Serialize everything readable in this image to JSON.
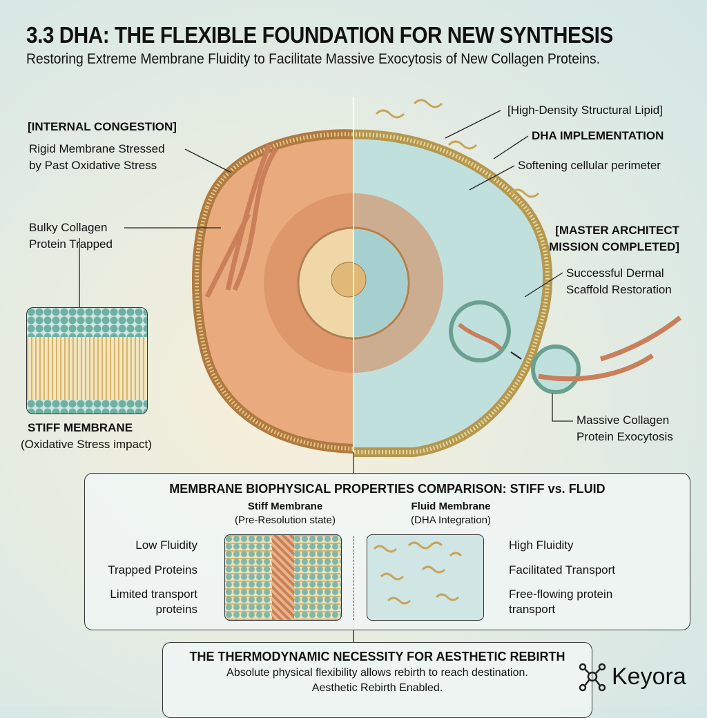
{
  "header": {
    "title": "3.3 DHA: THE FLEXIBLE FOUNDATION FOR NEW SYNTHESIS",
    "subtitle": "Restoring Extreme Membrane Fluidity to Facilitate Massive Exocytosis of New Collagen Proteins."
  },
  "left": {
    "section": "[INTERNAL CONGESTION]",
    "rigid_1": "Rigid Membrane Stressed",
    "rigid_2": "by Past Oxidative Stress",
    "bulky_1": "Bulky Collagen",
    "bulky_2": "Protein Trapped",
    "inset_title": "STIFF MEMBRANE",
    "inset_sub": "(Oxidative Stress impact)"
  },
  "right": {
    "lipid": "[High-Density Structural Lipid]",
    "dha": "DHA IMPLEMENTATION",
    "soft": "Softening cellular perimeter",
    "master_1": "[MASTER ARCHITECT",
    "master_2": "MISSION COMPLETED]",
    "success_1": "Successful Dermal",
    "success_2": "Scaffold Restoration",
    "exo_1": "Massive Collagen",
    "exo_2": "Protein Exocytosis"
  },
  "comparison": {
    "title": "MEMBRANE BIOPHYSICAL PROPERTIES COMPARISON: STIFF vs. FLUID",
    "stiff": {
      "title": "Stiff Membrane",
      "sub": "(Pre-Resolution state)",
      "labels": [
        "Low Fluidity",
        "Trapped Proteins",
        "Limited transport",
        "proteins"
      ]
    },
    "fluid": {
      "title": "Fluid Membrane",
      "sub": "(DHA Integration)",
      "labels": [
        "High Fluidity",
        "Facilitated Transport",
        "Free-flowing protein",
        "transport"
      ]
    }
  },
  "conclusion": {
    "title": "THE THERMODYNAMIC NECESSITY FOR AESTHETIC REBIRTH",
    "line1": "Absolute physical flexibility allows rebirth to reach destination.",
    "line2": "Aesthetic Rebirth Enabled."
  },
  "brand": {
    "name": "Keyora"
  },
  "colors": {
    "stiff": "#e0a070",
    "fluid": "#8fc3c3",
    "membrane": "#c9a45a",
    "collagen": "#c9805a"
  }
}
